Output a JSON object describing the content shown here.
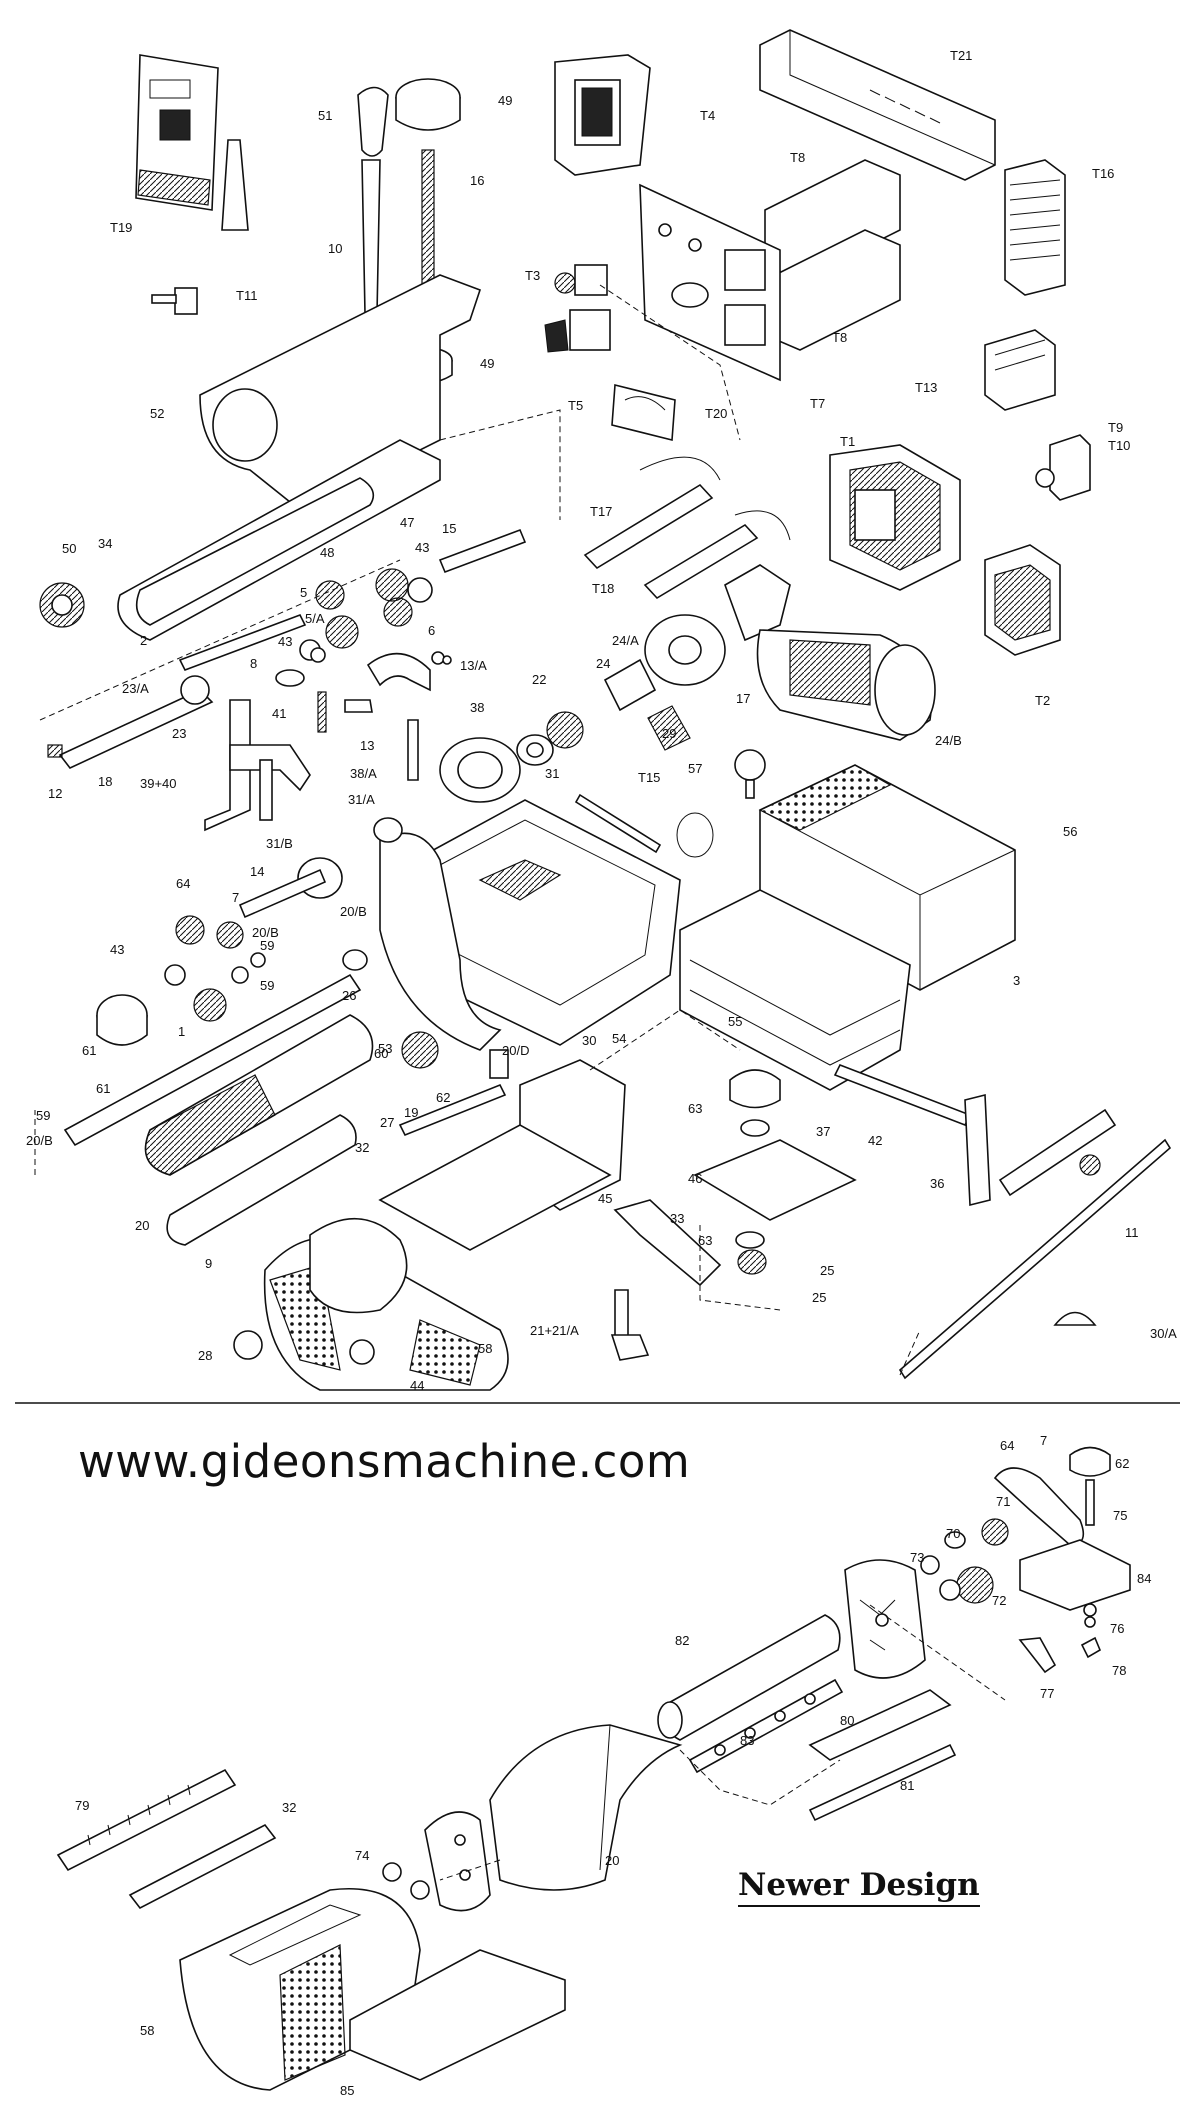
{
  "website": "www.gideonsmachine.com",
  "section_title": "Newer Design",
  "upper_labels": [
    "T21",
    "T4",
    "T19",
    "51",
    "49",
    "16",
    "T8",
    "T16",
    "T11",
    "10",
    "T3",
    "T7",
    "T8",
    "52",
    "T5",
    "49",
    "T13",
    "T20",
    "T9",
    "T10",
    "T1",
    "50",
    "34",
    "47",
    "15",
    "48",
    "43",
    "T17",
    "T18",
    "2",
    "5",
    "5/A",
    "6",
    "24/A",
    "13/A",
    "23/A",
    "8",
    "43",
    "41",
    "13",
    "38",
    "22",
    "24",
    "17",
    "24/B",
    "T2",
    "12",
    "18",
    "39+40",
    "23",
    "38/A",
    "31/A",
    "31",
    "29",
    "T15",
    "57",
    "56",
    "31/B",
    "14",
    "64",
    "7",
    "20/B",
    "59",
    "20/B",
    "43",
    "59",
    "1",
    "26",
    "61",
    "53",
    "30",
    "20/D",
    "54",
    "55",
    "3",
    "61",
    "60",
    "27",
    "19",
    "62",
    "63",
    "37",
    "42",
    "59",
    "20/B",
    "32",
    "46",
    "36",
    "20",
    "9",
    "45",
    "33",
    "63",
    "25",
    "11",
    "25",
    "21+21/A",
    "30/A",
    "28",
    "58",
    "44"
  ],
  "lower_labels": [
    "64",
    "62",
    "71",
    "75",
    "70",
    "73",
    "84",
    "72",
    "76",
    "82",
    "77",
    "78",
    "80",
    "83",
    "81",
    "79",
    "32",
    "74",
    "20",
    "58",
    "85"
  ],
  "lower_numbers": [
    "7"
  ]
}
